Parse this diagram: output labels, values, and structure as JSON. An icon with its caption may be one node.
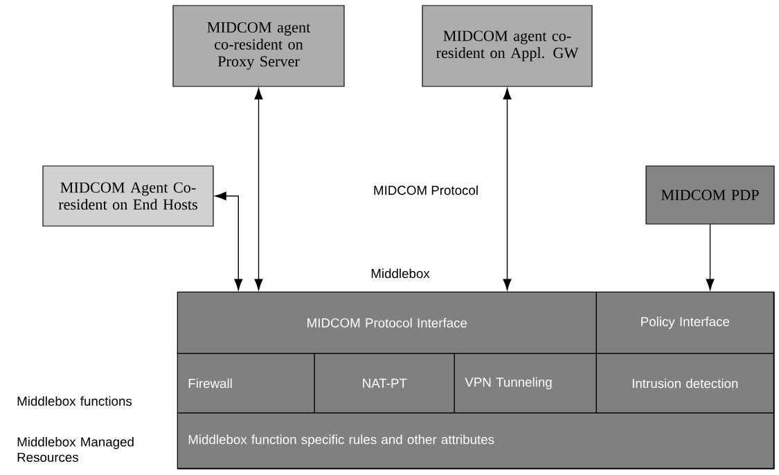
{
  "diagram": {
    "nodes": [
      {
        "text": [
          "MIDCOM agent co-resident on Proxy Server"
        ]
      },
      {
        "text": [
          "MIDCOM agent co-resident on Appl. GW"
        ]
      },
      {
        "text": [
          "MIDCOM Agent Co-resident on End Hosts"
        ]
      },
      {
        "text": [
          "MIDCOM PDP"
        ]
      },
      {
        "text": [
          "Middlebox"
        ]
      },
      {
        "text": [
          "MIDCOM Protocol Interface"
        ],
        "in": 4
      },
      {
        "text": [
          "Policy Interface"
        ],
        "in": 4
      },
      {
        "text": [
          "Firewall"
        ],
        "in": 4
      },
      {
        "text": [
          "NAT-PT"
        ],
        "in": 4
      },
      {
        "text": [
          "VPN Tunneling"
        ],
        "in": 4
      },
      {
        "text": [
          "Intrusion detection"
        ],
        "in": 4
      },
      {
        "text": [
          "Middlebox function specific rules and other attributes"
        ],
        "in": 4
      }
    ],
    "edges": [
      {
        "from": 0,
        "to": 5,
        "arrow": "both"
      },
      {
        "from": 1,
        "to": 5,
        "arrow": "both"
      },
      {
        "from": 2,
        "to": 5,
        "arrow": "both"
      },
      {
        "from": 3,
        "to": 6,
        "arrow": "to"
      }
    ],
    "labels": [
      "MIDCOM Protocol",
      "Middlebox functions",
      "Middlebox Managed Resources"
    ]
  }
}
